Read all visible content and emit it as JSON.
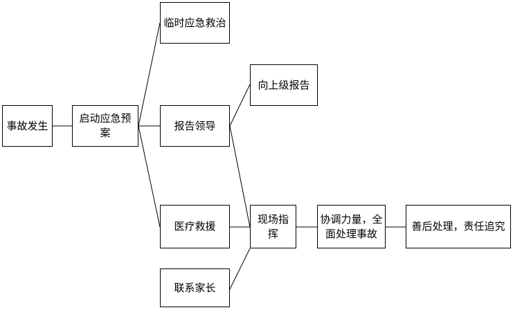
{
  "nodes": {
    "accident": "事故发生",
    "plan": "启动应急预案",
    "treat": "临时应急救治",
    "report_leader": "报告领导",
    "report_up": "向上级报告",
    "rescue": "医疗救援",
    "contact": "联系家长",
    "command": "现场指挥",
    "coordinate": "协调力量，全面处理事故",
    "aftermath": "善后处理，责任追究"
  },
  "style": {
    "line_color": "#000000",
    "border_color": "#000000",
    "background": "#ffffff"
  }
}
